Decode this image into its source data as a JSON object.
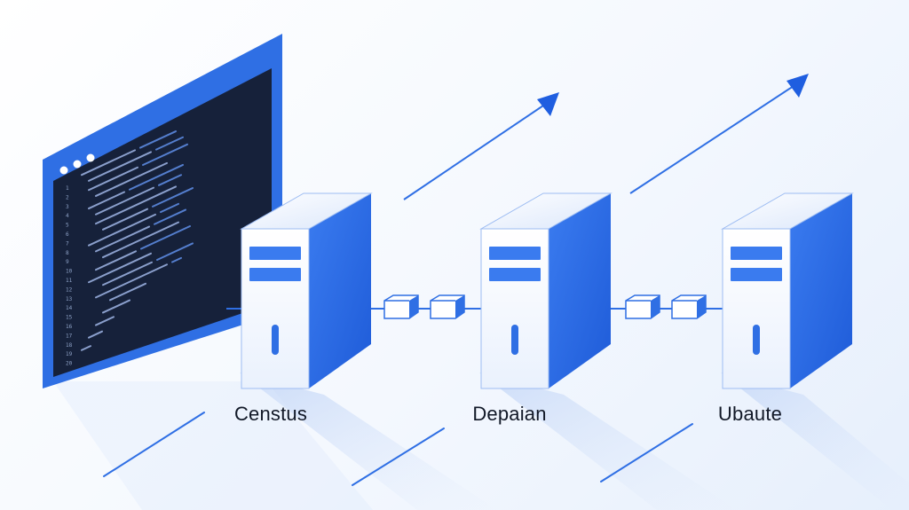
{
  "servers": [
    {
      "label": "Censtus"
    },
    {
      "label": "Depaian"
    },
    {
      "label": "Ubaute"
    }
  ],
  "editor": {
    "line_numbers": [
      "1",
      "2",
      "3",
      "4",
      "5",
      "6",
      "7",
      "8",
      "9",
      "10",
      "11",
      "12",
      "13",
      "14",
      "15",
      "16",
      "17",
      "18",
      "19",
      "20"
    ]
  },
  "icons": [
    "window-dots-icon",
    "arrow-up-right-icon",
    "connector-icon",
    "server-icon"
  ],
  "colors": {
    "accent": "#2f6fe4",
    "server_face": "#ffffff",
    "server_side": "#2f6fe4",
    "editor_bg": "#16213a",
    "editor_frame": "#2f6fe4",
    "line": "#2f6fe4",
    "text": "#111827"
  }
}
